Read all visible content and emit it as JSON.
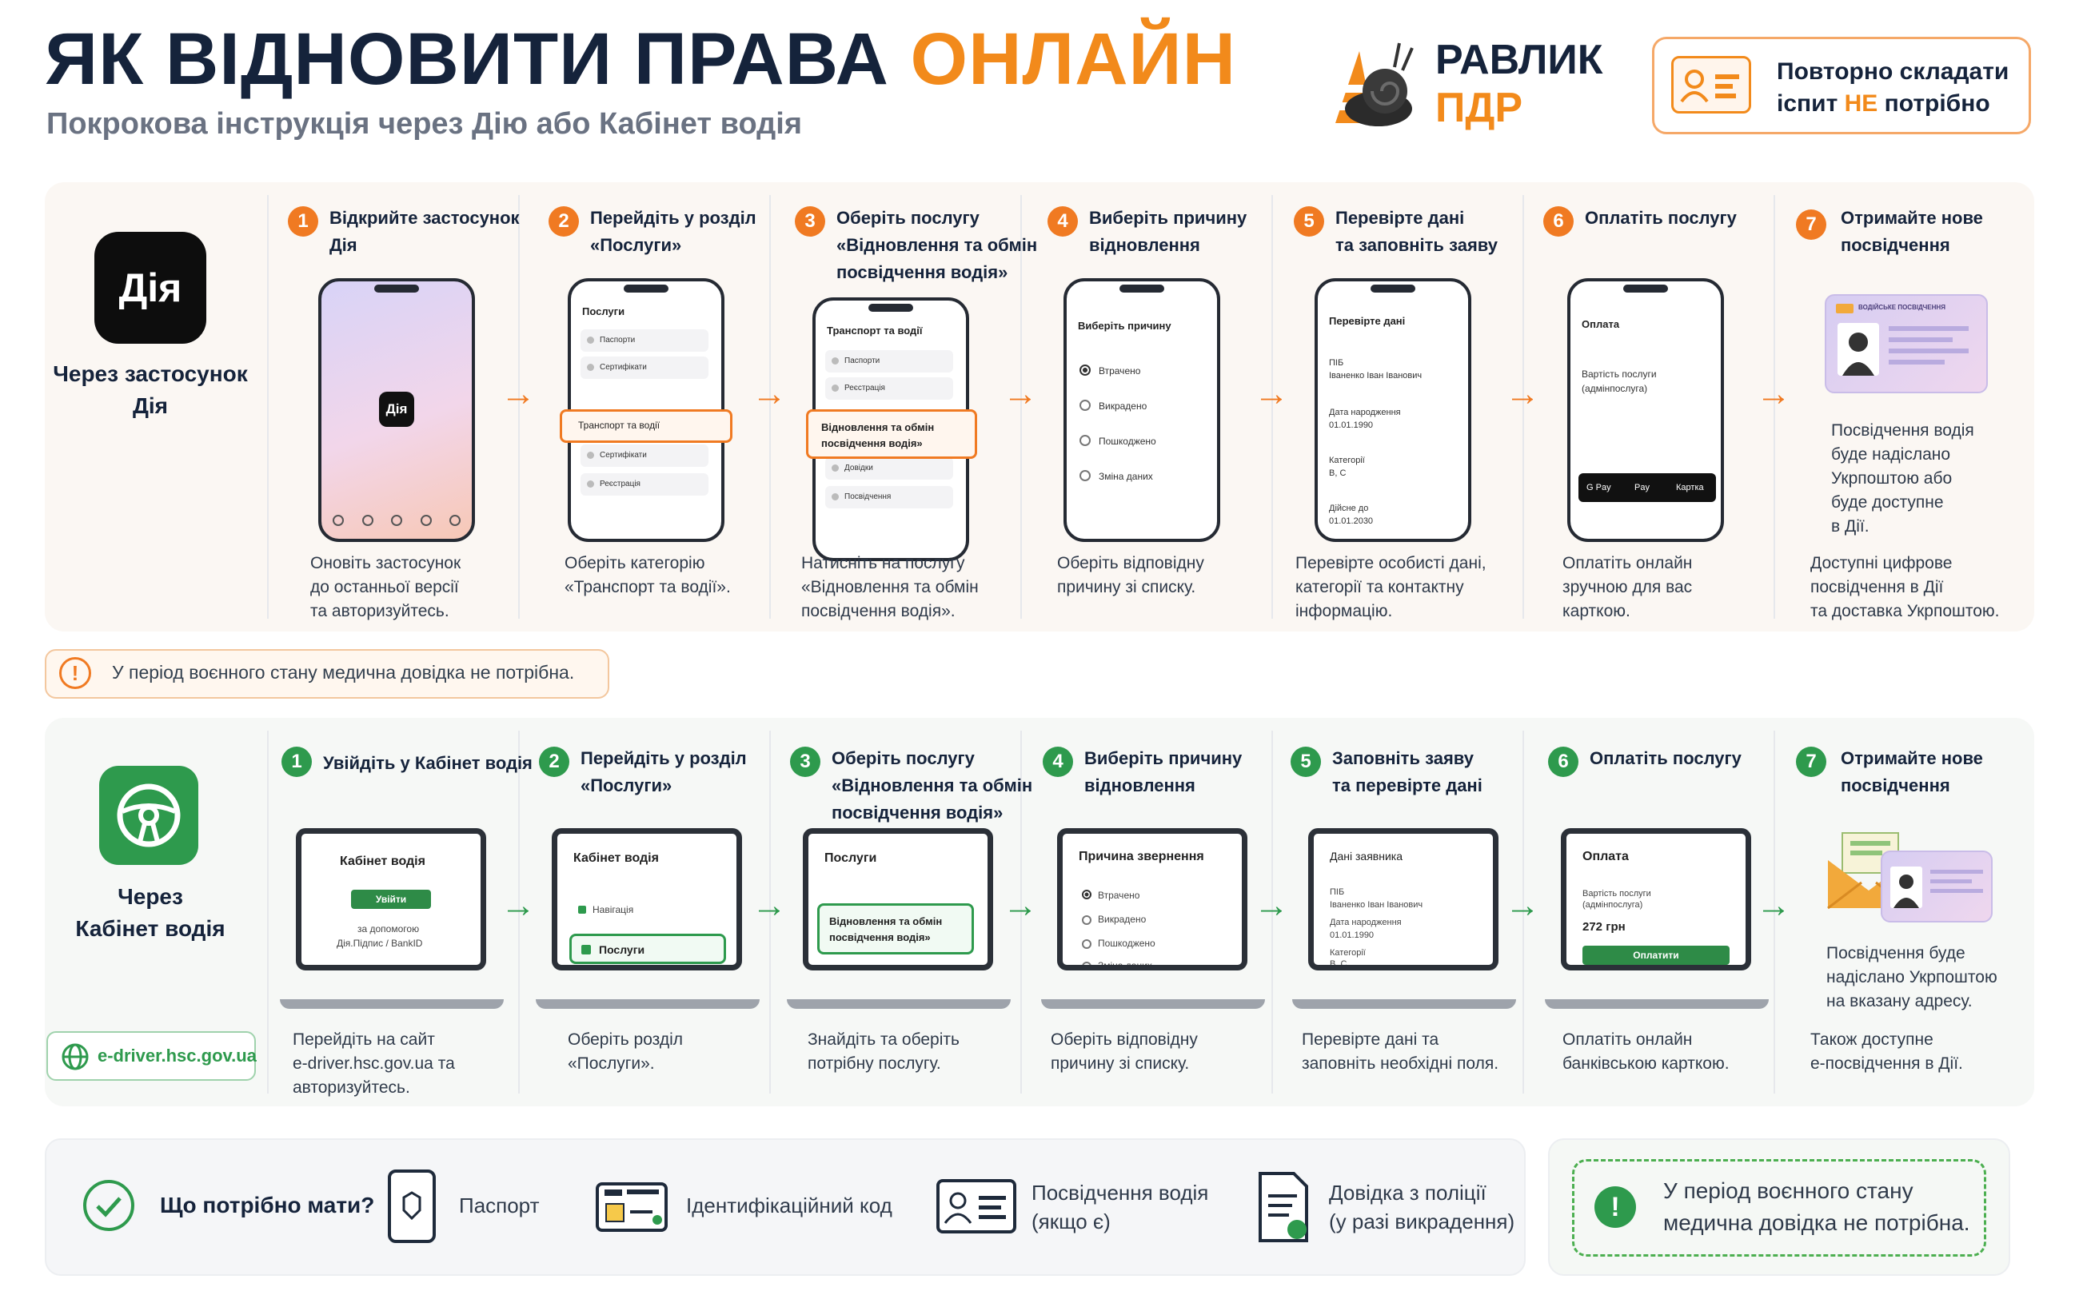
{
  "header": {
    "title_main": "ЯК ВІДНОВИТИ ПРАВА",
    "title_accent": "ОНЛАЙН",
    "subtitle": "Покрокова інструкція через Дію або Кабінет водія",
    "logo_line1": "РАВЛИК",
    "logo_line2": "ПДР",
    "exam_line1": "Повторно складати",
    "exam_line2_pre": "іспит ",
    "exam_line2_accent": "НЕ",
    "exam_line2_post": " потрібно"
  },
  "diia": {
    "app_icon_text": "Дія",
    "label_line1": "Через застосунок",
    "label_line2": "Дія",
    "steps": [
      {
        "num": "1",
        "title": [
          "Відкрийте застосунок",
          "Дія"
        ],
        "desc": [
          "Оновіть застосунок",
          "до останньої версії",
          "та авторизуйтесь."
        ]
      },
      {
        "num": "2",
        "title": [
          "Перейдіть у розділ",
          "«Послуги»"
        ],
        "desc": [
          "Оберіть категорію",
          "«Транспорт та водії»."
        ]
      },
      {
        "num": "3",
        "title": [
          "Оберіть послугу",
          "«Відновлення та обмін",
          "посвідчення водія»"
        ],
        "desc": [
          "Натисніть на послугу",
          "«Відновлення та обмін",
          "посвідчення водія»."
        ]
      },
      {
        "num": "4",
        "title": [
          "Виберіть причину",
          "відновлення"
        ],
        "desc": [
          "Оберіть відповідну",
          "причину зі списку."
        ]
      },
      {
        "num": "5",
        "title": [
          "Перевірте дані",
          "та заповніть заяву"
        ],
        "desc": [
          "Перевірте особисті дані,",
          "категорії та контактну",
          "інформацію."
        ]
      },
      {
        "num": "6",
        "title": [
          "Оплатіть послугу"
        ],
        "desc": [
          "Оплатіть онлайн",
          "зручною для вас",
          "карткою."
        ]
      },
      {
        "num": "7",
        "title": [
          "Отримайте нове",
          "посвідчення"
        ],
        "desc": [
          "Доступні цифрове",
          "посвідчення в Дії",
          "та доставка Укрпоштою."
        ]
      }
    ],
    "step7_note": [
      "Посвідчення водія",
      "буде надіслано",
      "Укрпоштою або",
      "буде доступне",
      "в Дії."
    ],
    "phone1_logo": "Дія",
    "phone2": {
      "title": "Послуги",
      "items": [
        "Паспорти",
        "Транспорт та водії",
        "Сертифікати",
        "Реєстрація"
      ],
      "selected": "Транспорт та водії"
    },
    "phone3": {
      "title": "Транспорт та водії",
      "items": [
        "Паспорти",
        "Реєстрація",
        "Довідки",
        "Посвідчення"
      ],
      "selected_line1": "Відновлення та обмін",
      "selected_line2": "посвідчення водія»"
    },
    "phone4": {
      "title": "Виберіть причину",
      "options": [
        "Втрачено",
        "Викрадено",
        "Пошкоджено",
        "Зміна даних"
      ]
    },
    "phone5": {
      "title": "Перевірте дані",
      "lines": [
        "ПІБ",
        "Іваненко Іван Іванович",
        "Дата народження",
        "01.01.1990",
        "Категорії",
        "B, C",
        "Дійсне до",
        "01.01.2030"
      ]
    },
    "phone6": {
      "title": "Оплата",
      "lines": [
        "Вартість послуги",
        "(адмінпослуга)"
      ],
      "pay": [
        "G Pay",
        " Pay",
        "Картка"
      ]
    },
    "license_header": "ВОДІЙСЬКЕ ПОСВІДЧЕННЯ"
  },
  "warning_military": "У період воєнного стану медична довідка не потрібна.",
  "cabinet": {
    "label_line1": "Через",
    "label_line2": "Кабінет водія",
    "site": "e-driver.hsc.gov.ua",
    "steps": [
      {
        "num": "1",
        "title": [
          "Увійдіть у Кабінет водія"
        ],
        "desc": [
          "Перейдіть на сайт",
          "e-driver.hsc.gov.ua та",
          "авторизуйтесь."
        ]
      },
      {
        "num": "2",
        "title": [
          "Перейдіть у розділ",
          "«Послуги»"
        ],
        "desc": [
          "Оберіть розділ",
          "«Послуги»."
        ]
      },
      {
        "num": "3",
        "title": [
          "Оберіть послугу",
          "«Відновлення та обмін",
          "посвідчення водія»"
        ],
        "desc": [
          "Знайдіть та оберіть",
          "потрібну послугу."
        ]
      },
      {
        "num": "4",
        "title": [
          "Виберіть причину",
          "відновлення"
        ],
        "desc": [
          "Оберіть відповідну",
          "причину зі списку."
        ]
      },
      {
        "num": "5",
        "title": [
          "Заповніть заяву",
          "та перевірте дані"
        ],
        "desc": [
          "Перевірте дані та",
          "заповніть необхідні поля."
        ]
      },
      {
        "num": "6",
        "title": [
          "Оплатіть послугу"
        ],
        "desc": [
          "Оплатіть онлайн",
          "банківською карткою."
        ]
      },
      {
        "num": "7",
        "title": [
          "Отримайте нове",
          "посвідчення"
        ],
        "desc": [
          "Також доступне",
          "е-посвідчення в Дії."
        ]
      }
    ],
    "step7_note": [
      "Посвідчення буде",
      "надіслано Укрпоштою",
      "на вказану адресу."
    ],
    "lap1": {
      "title": "Кабінет водія",
      "button": "Увійти",
      "lines": [
        "за допомогою",
        "Дія.Підпис / BankID"
      ]
    },
    "lap2": {
      "title": "Кабінет водія",
      "item1": "Навігація",
      "item2": "Послуги"
    },
    "lap3": {
      "title": "Послуги",
      "sel1": "Відновлення та обмін",
      "sel2": "посвідчення водія»"
    },
    "lap4": {
      "title": "Причина звернення",
      "options": [
        "Втрачено",
        "Викрадено",
        "Пошкоджено",
        "Зміна даних"
      ]
    },
    "lap5": {
      "title": "Дані заявника",
      "lines": [
        "ПІБ",
        "Іваненко Іван Іванович",
        "Дата народження",
        "01.01.1990",
        "Категорії",
        "B, C"
      ]
    },
    "lap6": {
      "title": "Оплата",
      "lines": [
        "Вартість послуги",
        "(адмінпослуга)"
      ],
      "amount": "272 грн",
      "button": "Оплатити"
    }
  },
  "requirements": {
    "label": "Що потрібно мати?",
    "items": [
      {
        "line1": "Паспорт",
        "line2": ""
      },
      {
        "line1": "Ідентифікаційний код",
        "line2": ""
      },
      {
        "line1": "Посвідчення водія",
        "line2": "(якщо є)"
      },
      {
        "line1": "Довідка з поліції",
        "line2": "(у разі викрадення)"
      }
    ]
  },
  "military_box": {
    "line1": "У період воєнного стану",
    "line2": "медична довідка не потрібна."
  },
  "colors": {
    "orange": "#f07a22",
    "green": "#2e9a4d",
    "navy": "#15233b"
  }
}
